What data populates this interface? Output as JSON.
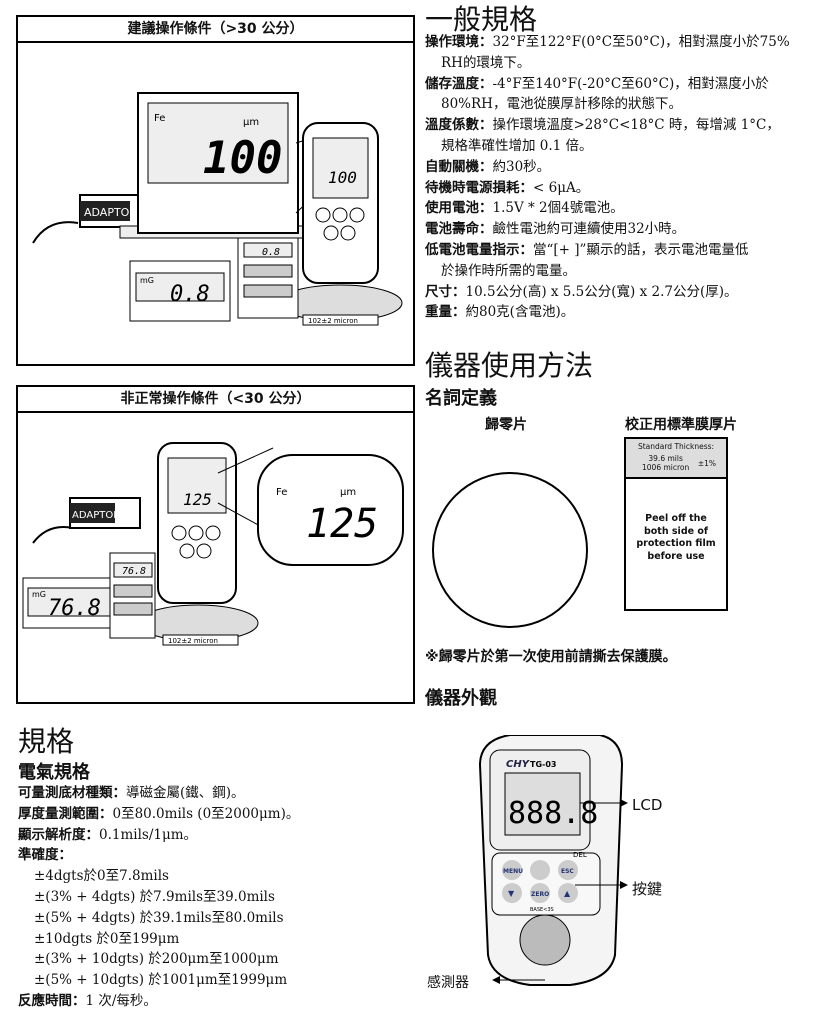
{
  "panel_normal": {
    "title": "建議操作條件（>30 公分）",
    "lcd_big": "100",
    "lcd_unit": "μm",
    "lcd_fe": "Fe",
    "adaptor": "ADAPTOR",
    "gauge_small": "0.8",
    "gauge_mg": "mG",
    "device_lcd": "100",
    "film_label": "102±2 micron"
  },
  "panel_abnormal": {
    "title": "非正常操作條件（<30 公分）",
    "lcd_big": "125",
    "lcd_unit": "μm",
    "lcd_fe": "Fe",
    "adaptor": "ADAPTOR",
    "gauge_small": "76.8",
    "gauge_mg": "mG",
    "device_lcd": "125",
    "film_label": "102±2 micron"
  },
  "general": {
    "title": "一般規格",
    "items": [
      {
        "label": "操作環境：",
        "value": "32°F至122°F(0°C至50°C)，相對濕度小於75%",
        "cont": "RH的環境下。"
      },
      {
        "label": "儲存溫度：",
        "value": "-4°F至140°F(-20°C至60°C)，相對濕度小於",
        "cont": "80%RH，電池從膜厚計移除的狀態下。"
      },
      {
        "label": "溫度係數：",
        "value": "操作環境溫度>28°C<18°C 時，每增減 1°C，",
        "cont": "規格準確性增加 0.1 倍。"
      },
      {
        "label": "自動關機：",
        "value": "約30秒。"
      },
      {
        "label": "待機時電源損耗：",
        "value": "< 6μA。"
      },
      {
        "label": "使用電池：",
        "value": "1.5V * 2個4號電池。"
      },
      {
        "label": "電池壽命：",
        "value": "鹼性電池約可連續使用32小時。"
      },
      {
        "label": "低電池電量指示：",
        "value": "當“[+ ]”顯示的話，表示電池電量低",
        "cont": "於操作時所需的電量。"
      },
      {
        "label": "尺寸：",
        "value": "10.5公分(高) x 5.5公分(寬) x 2.7公分(厚)。"
      },
      {
        "label": "重量：",
        "value": "約80克(含電池)。"
      }
    ]
  },
  "usage": {
    "title": "儀器使用方法",
    "defs": "名詞定義",
    "zero_plate": "歸零片",
    "cal_film": "校正用標準膜厚片",
    "film_std": "Standard Thickness:",
    "film_mils": "39.6 mils",
    "film_micron": "1006 micron",
    "film_tol": "±1%",
    "film_note": [
      "Peel off the",
      "both side of",
      "protection film",
      "before use"
    ],
    "note": "※歸零片於第一次使用前請撕去保護膜。"
  },
  "appearance": {
    "title": "儀器外觀",
    "lcd": "LCD",
    "keys": "按鍵",
    "sensor": "感測器",
    "brand": "CHY",
    "model": "TG-03",
    "lcd_digits": "888.8",
    "btn_menu": "MENU",
    "btn_esc": "ESC",
    "btn_zero": "ZERO",
    "key_del": "DEL",
    "base": "BASE<3S"
  },
  "spec": {
    "title": "規格",
    "subtitle": "電氣規格",
    "items": [
      {
        "label": "可量測底材種類：",
        "value": "導磁金屬(鐵、鋼)。"
      },
      {
        "label": "厚度量測範圍：",
        "value": "0至80.0mils (0至2000μm)。"
      },
      {
        "label": "顯示解析度：",
        "value": "0.1mils/1μm。"
      },
      {
        "label": "準確度：",
        "value": ""
      }
    ],
    "accuracy": [
      "±4dgts於0至7.8mils",
      "±(3% + 4dgts)  於7.9mils至39.0mils",
      "±(5% + 4dgts)  於39.1mils至80.0mils",
      "±10dgts  於0至199μm",
      "±(3% + 10dgts)  於200μm至1000μm",
      "±(5% + 10dgts)  於1001μm至1999μm"
    ],
    "response": {
      "label": "反應時間：",
      "value": "1 次/每秒。"
    }
  }
}
